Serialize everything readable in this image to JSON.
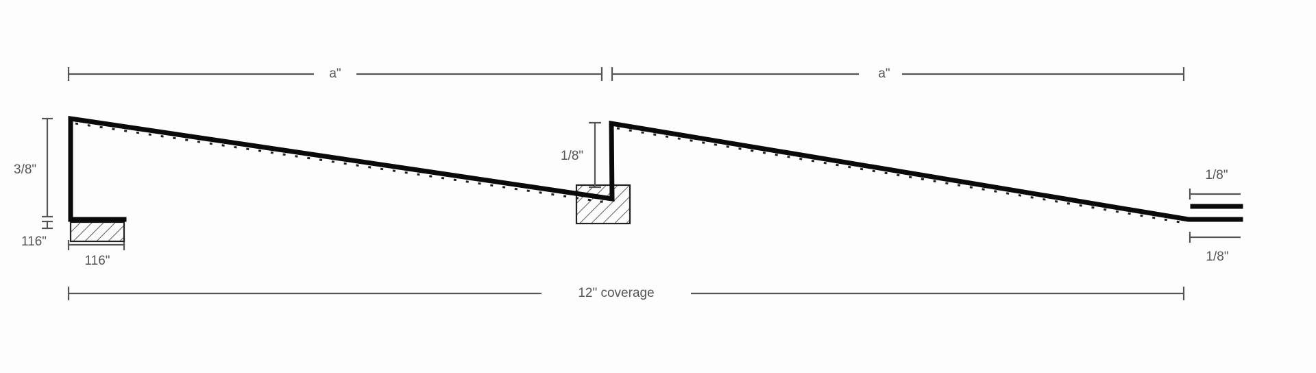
{
  "diagram": {
    "type": "panel-profile-cross-section",
    "dimensions": {
      "top_left_span": "a\"",
      "top_right_span": "a\"",
      "left_rise": "3/8\"",
      "left_flange_thickness": "116\"",
      "left_flange_width": "116\"",
      "middle_step": "1/8\"",
      "right_end_top": "1/8\"",
      "right_end_bottom": "1/8\"",
      "coverage": "12\" coverage"
    },
    "colors": {
      "profile_stroke": "#0a0a0a",
      "dimension_stroke": "#555555",
      "background": "#fdfdfd"
    }
  }
}
